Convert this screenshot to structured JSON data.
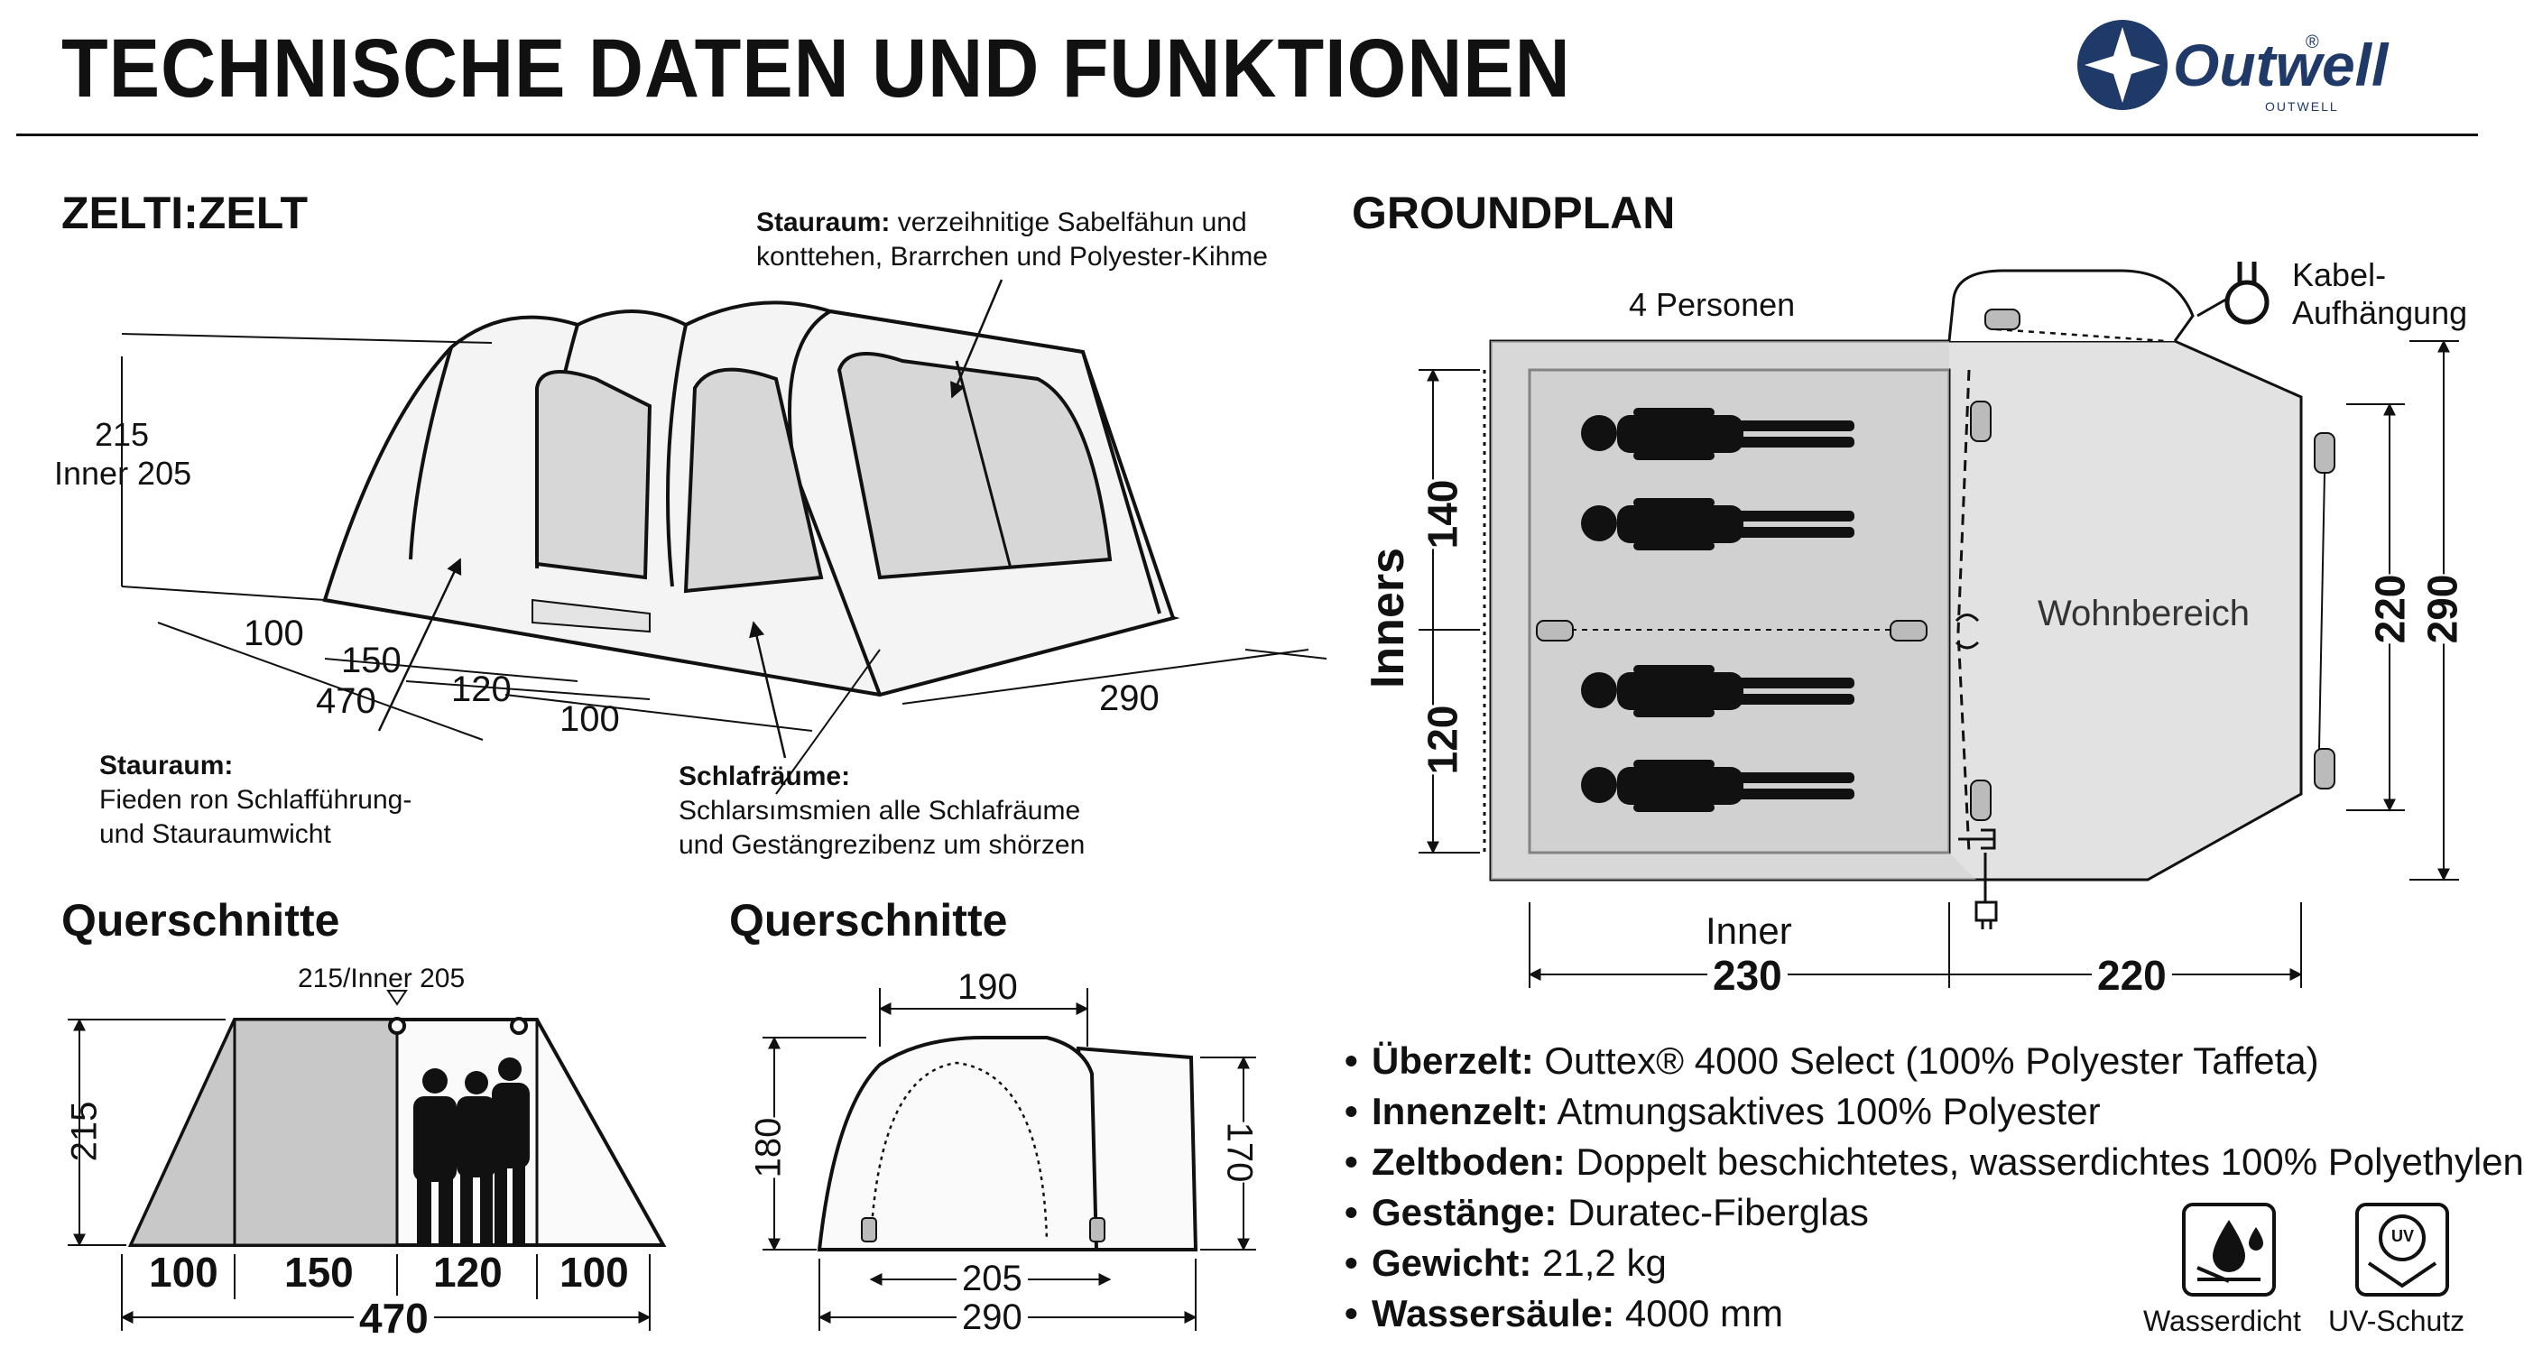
{
  "header": {
    "title": "TECHNISCHE DATEN UND FUNKTIONEN",
    "brand": "Outwell",
    "brand_sub": "OUTWELL"
  },
  "tent": {
    "heading": "ZELTI:ZELT",
    "height_label": "215",
    "inner_height_label": "Inner 205",
    "dims": {
      "d100a": "100",
      "d150": "150",
      "d470": "470",
      "d120": "120",
      "d100b": "100",
      "d290": "290"
    },
    "callout_storage_top": {
      "title": "Stauraum:",
      "line1": "verzeihnitige Sabelfähun und",
      "line2": "konttehen, Brarrchen und Polyester-Kihme"
    },
    "callout_storage_left": {
      "title": "Stauraum:",
      "line1": "Fieden ron Schlafführung-",
      "line2": "und Stauraumwicht"
    },
    "callout_sleep": {
      "title": "Schlafräume:",
      "line1": "Schlarsımsmien alle Schlafräume",
      "line2": "und Gestängrezibenz um shörzen"
    }
  },
  "section_side": {
    "heading": "Querschnitte",
    "top_label": "215/Inner 205",
    "height": "215",
    "segments": [
      "100",
      "150",
      "120",
      "100"
    ],
    "total": "470"
  },
  "section_front": {
    "heading": "Querschnitte",
    "top": "190",
    "left_height": "180",
    "right_height": "170",
    "inner_width": "205",
    "total_width": "290"
  },
  "groundplan": {
    "heading": "GROUNDPLAN",
    "persons": "4 Personen",
    "cable": {
      "line1": "Kabel-",
      "line2": "Aufhängung"
    },
    "inners_label": "Inners",
    "inner_140": "140",
    "inner_120": "120",
    "living": "Wohnbereich",
    "right_220": "220",
    "right_290": "290",
    "bottom_inner": "Inner",
    "bottom_230": "230",
    "bottom_220": "220"
  },
  "specs": [
    {
      "key": "Überzelt:",
      "value": "Outtex® 4000 Select (100% Polyester Taffeta)"
    },
    {
      "key": "Innenzelt:",
      "value": "Atmungsaktives 100% Polyester"
    },
    {
      "key": "Zeltboden:",
      "value": "Doppelt beschichtetes, wasserdichtes 100% Polyethylen"
    },
    {
      "key": "Gestänge:",
      "value": "Duratec-Fiberglas"
    },
    {
      "key": "Gewicht:",
      "value": "21,2 kg"
    },
    {
      "key": "Wassersäule:",
      "value": "4000 mm"
    }
  ],
  "icons": [
    {
      "name": "waterproof-icon",
      "caption": "Wasserdicht"
    },
    {
      "name": "uv-protection-icon",
      "caption": "UV-Schutz",
      "badge": "UV"
    }
  ],
  "colors": {
    "ink": "#111111",
    "brand": "#1f3a68",
    "floor": "#d8d8d8",
    "floor_dark": "#c6c6c6",
    "window": "#e6e6e6"
  }
}
